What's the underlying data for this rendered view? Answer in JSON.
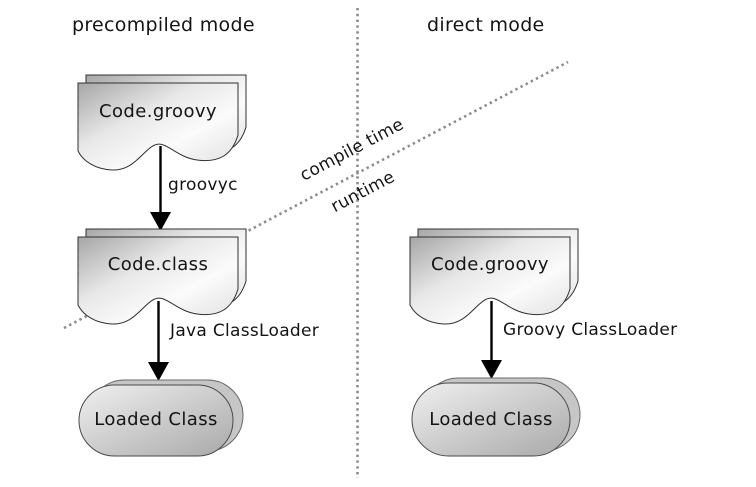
{
  "left": {
    "title": "precompiled mode",
    "source_file": "Code.groovy",
    "compiler_label": "groovyc",
    "compiled_file": "Code.class",
    "loader_label": "Java ClassLoader",
    "loaded_label": "Loaded Class"
  },
  "right": {
    "title": "direct mode",
    "source_file": "Code.groovy",
    "loader_label": "Groovy ClassLoader",
    "loaded_label": "Loaded Class"
  },
  "phases": {
    "above_line": "compile time",
    "below_line": "runtime"
  },
  "colors": {
    "text": "#141414",
    "dotted_line": "#8c8c8c",
    "arrow": "#000000",
    "doc_fill_dark": "#a6a6a6",
    "doc_fill_light": "#ffffff",
    "stadium_fill_light": "#f0f0f0",
    "stadium_fill_dark": "#a9a9a9"
  }
}
